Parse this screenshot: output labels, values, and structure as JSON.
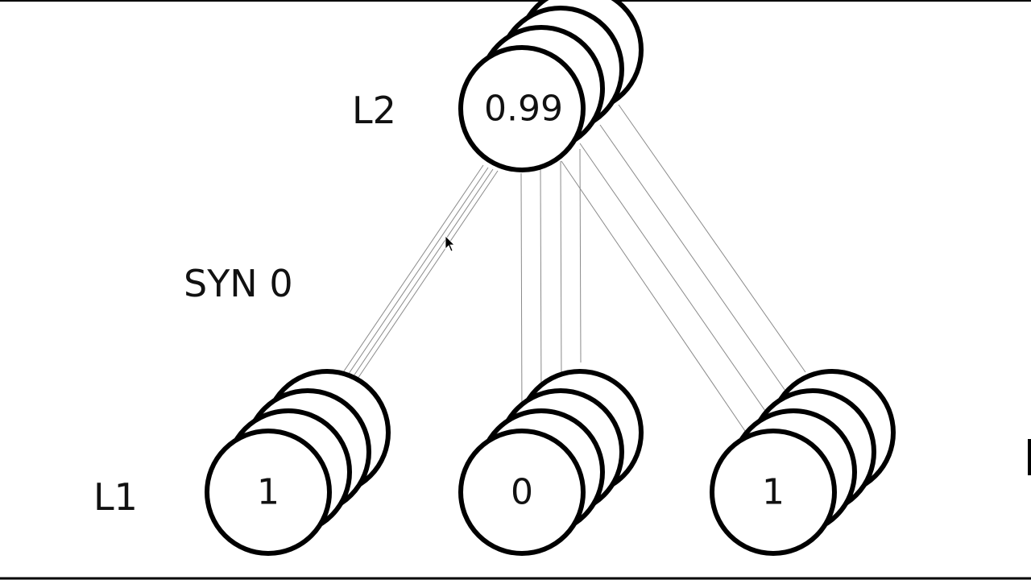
{
  "diagram": {
    "layer_labels": {
      "top": "L2",
      "bottom": "L1"
    },
    "synapse_label": "SYN 0",
    "output_node": {
      "value": "0.99"
    },
    "input_nodes": [
      {
        "value": "1"
      },
      {
        "value": "0"
      },
      {
        "value": "1"
      }
    ]
  },
  "colors": {
    "stroke": "#000000",
    "connection": "#8a8a8a",
    "background": "#ffffff"
  }
}
